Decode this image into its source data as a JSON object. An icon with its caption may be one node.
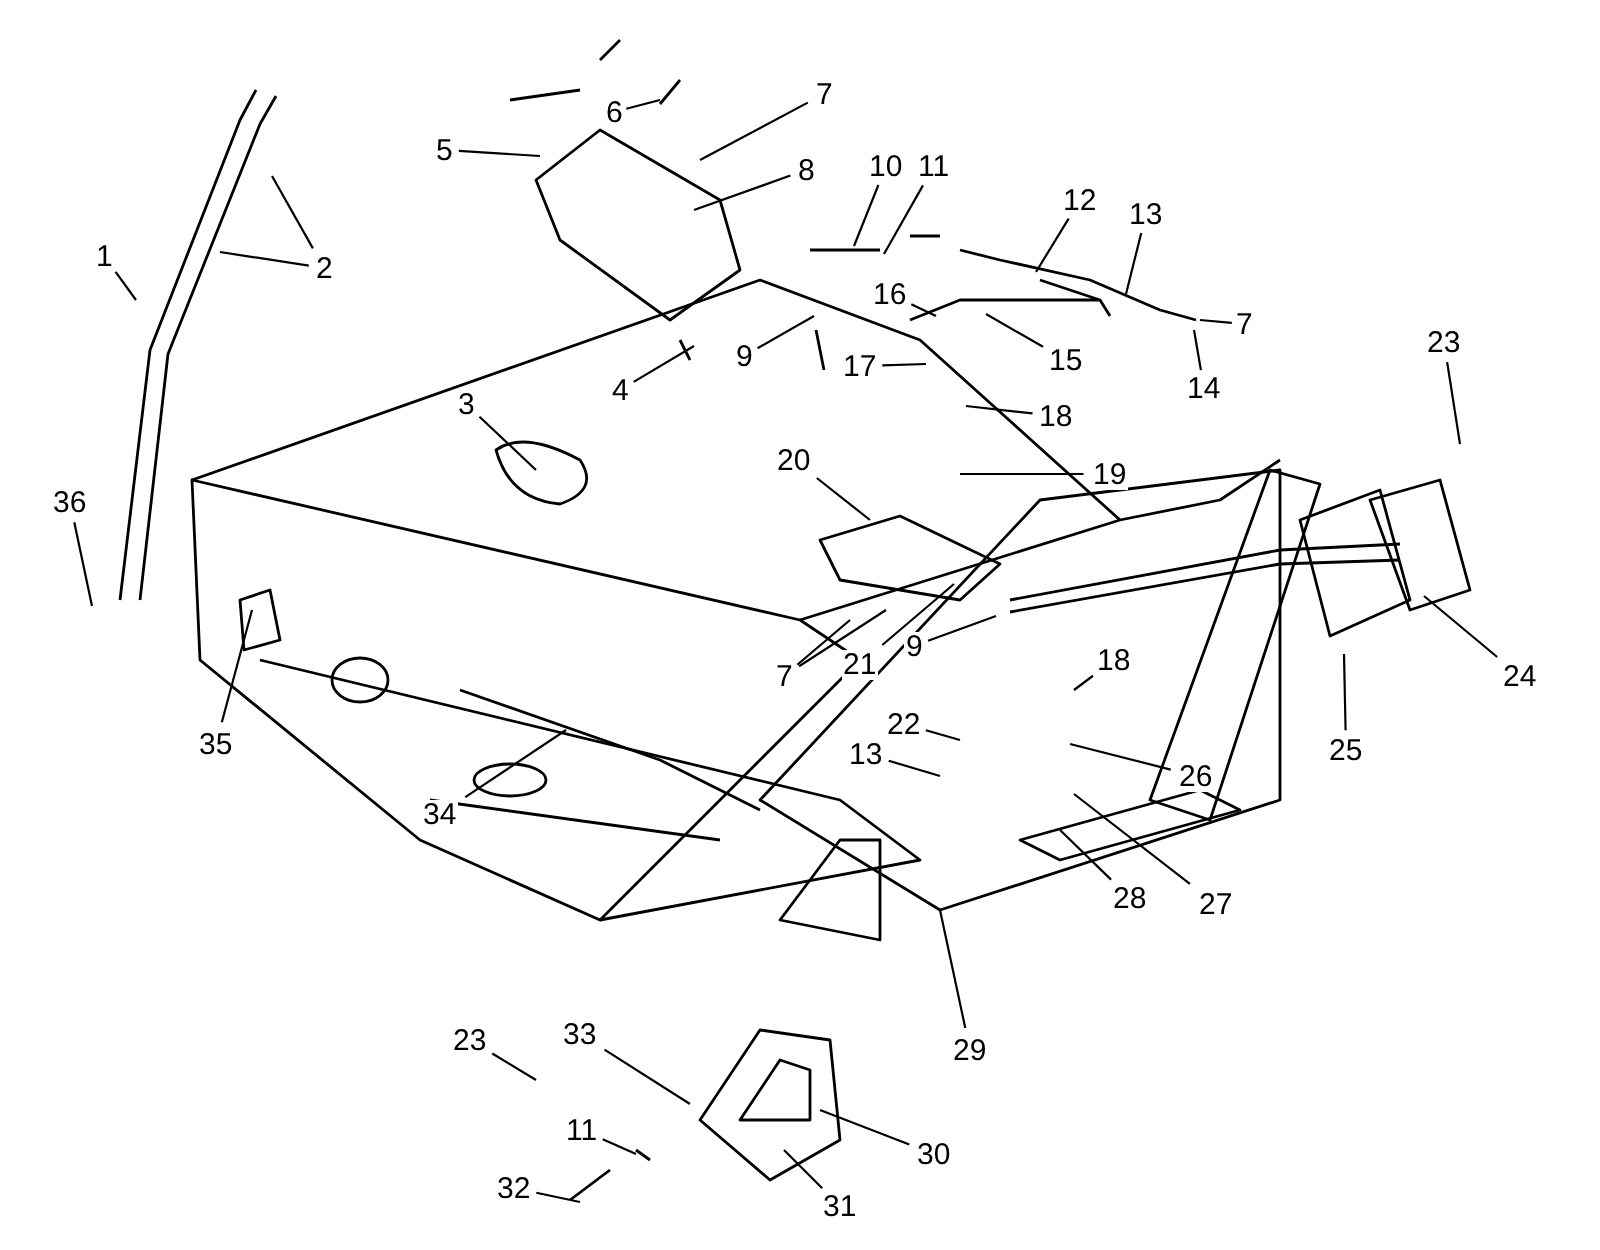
{
  "diagram": {
    "nodes": [
      {
        "text": [
          "6"
        ]
      },
      {
        "text": [
          "5"
        ]
      },
      {
        "text": [
          "7"
        ]
      },
      {
        "text": [
          "12"
        ]
      },
      {
        "text": [
          "13"
        ]
      },
      {
        "text": [
          "10"
        ]
      },
      {
        "text": [
          "11"
        ]
      },
      {
        "text": [
          "8"
        ]
      },
      {
        "text": [
          "1"
        ]
      },
      {
        "text": [
          "2"
        ]
      },
      {
        "text": [
          "16"
        ]
      },
      {
        "text": [
          "7"
        ]
      },
      {
        "text": [
          "23"
        ]
      },
      {
        "text": [
          "15"
        ]
      },
      {
        "text": [
          "4"
        ]
      },
      {
        "text": [
          "17"
        ]
      },
      {
        "text": [
          "9"
        ]
      },
      {
        "text": [
          "14"
        ]
      },
      {
        "text": [
          "3"
        ]
      },
      {
        "text": [
          "18"
        ]
      },
      {
        "text": [
          "20"
        ]
      },
      {
        "text": [
          "19"
        ]
      },
      {
        "text": [
          "36"
        ]
      },
      {
        "text": [
          "9"
        ]
      },
      {
        "text": [
          "7"
        ]
      },
      {
        "text": [
          "21"
        ]
      },
      {
        "text": [
          "18"
        ]
      },
      {
        "text": [
          "24"
        ]
      },
      {
        "text": [
          "22"
        ]
      },
      {
        "text": [
          "25"
        ]
      },
      {
        "text": [
          "35"
        ]
      },
      {
        "text": [
          "26"
        ]
      },
      {
        "text": [
          "13"
        ]
      },
      {
        "text": [
          "34"
        ]
      },
      {
        "text": [
          "27"
        ]
      },
      {
        "text": [
          "28"
        ]
      },
      {
        "text": [
          "29"
        ]
      },
      {
        "text": [
          "33"
        ]
      },
      {
        "text": [
          "23"
        ]
      },
      {
        "text": [
          "11"
        ]
      },
      {
        "text": [
          "30"
        ]
      },
      {
        "text": [
          "32"
        ]
      },
      {
        "text": [
          "31"
        ]
      }
    ],
    "edges": [
      {
        "from": 0,
        "to": null,
        "arrow": "none"
      },
      {
        "from": 1,
        "to": null,
        "arrow": "none"
      },
      {
        "from": 2,
        "to": null,
        "arrow": "none"
      },
      {
        "from": 3,
        "to": null,
        "arrow": "none"
      },
      {
        "from": 4,
        "to": null,
        "arrow": "none"
      },
      {
        "from": 5,
        "to": null,
        "arrow": "none"
      },
      {
        "from": 6,
        "to": null,
        "arrow": "none"
      },
      {
        "from": 7,
        "to": null,
        "arrow": "none"
      },
      {
        "from": 8,
        "to": null,
        "arrow": "none"
      },
      {
        "from": 9,
        "to": null,
        "arrow": "none"
      },
      {
        "from": 9,
        "to": null,
        "arrow": "none"
      },
      {
        "from": 10,
        "to": null,
        "arrow": "none"
      },
      {
        "from": 11,
        "to": null,
        "arrow": "none"
      },
      {
        "from": 12,
        "to": null,
        "arrow": "none"
      },
      {
        "from": 13,
        "to": null,
        "arrow": "none"
      },
      {
        "from": 14,
        "to": null,
        "arrow": "none"
      },
      {
        "from": 15,
        "to": null,
        "arrow": "none"
      },
      {
        "from": 16,
        "to": null,
        "arrow": "none"
      },
      {
        "from": 17,
        "to": null,
        "arrow": "none"
      },
      {
        "from": 18,
        "to": null,
        "arrow": "none"
      },
      {
        "from": 19,
        "to": null,
        "arrow": "none"
      },
      {
        "from": 20,
        "to": null,
        "arrow": "none"
      },
      {
        "from": 21,
        "to": null,
        "arrow": "none"
      },
      {
        "from": 22,
        "to": null,
        "arrow": "none"
      },
      {
        "from": 23,
        "to": null,
        "arrow": "none"
      },
      {
        "from": 24,
        "to": null,
        "arrow": "none"
      },
      {
        "from": 24,
        "to": null,
        "arrow": "none"
      },
      {
        "from": 25,
        "to": null,
        "arrow": "none"
      },
      {
        "from": 26,
        "to": null,
        "arrow": "none"
      },
      {
        "from": 27,
        "to": null,
        "arrow": "none"
      },
      {
        "from": 28,
        "to": null,
        "arrow": "none"
      },
      {
        "from": 29,
        "to": null,
        "arrow": "none"
      },
      {
        "from": 30,
        "to": null,
        "arrow": "none"
      },
      {
        "from": 31,
        "to": null,
        "arrow": "none"
      },
      {
        "from": 32,
        "to": null,
        "arrow": "none"
      },
      {
        "from": 33,
        "to": null,
        "arrow": "none"
      },
      {
        "from": 34,
        "to": null,
        "arrow": "none"
      },
      {
        "from": 35,
        "to": null,
        "arrow": "none"
      },
      {
        "from": 36,
        "to": null,
        "arrow": "none"
      },
      {
        "from": 37,
        "to": null,
        "arrow": "none"
      },
      {
        "from": 38,
        "to": null,
        "arrow": "none"
      },
      {
        "from": 39,
        "to": null,
        "arrow": "none"
      },
      {
        "from": 40,
        "to": null,
        "arrow": "none"
      },
      {
        "from": 41,
        "to": null,
        "arrow": "none"
      },
      {
        "from": 42,
        "to": null,
        "arrow": "none"
      }
    ]
  }
}
